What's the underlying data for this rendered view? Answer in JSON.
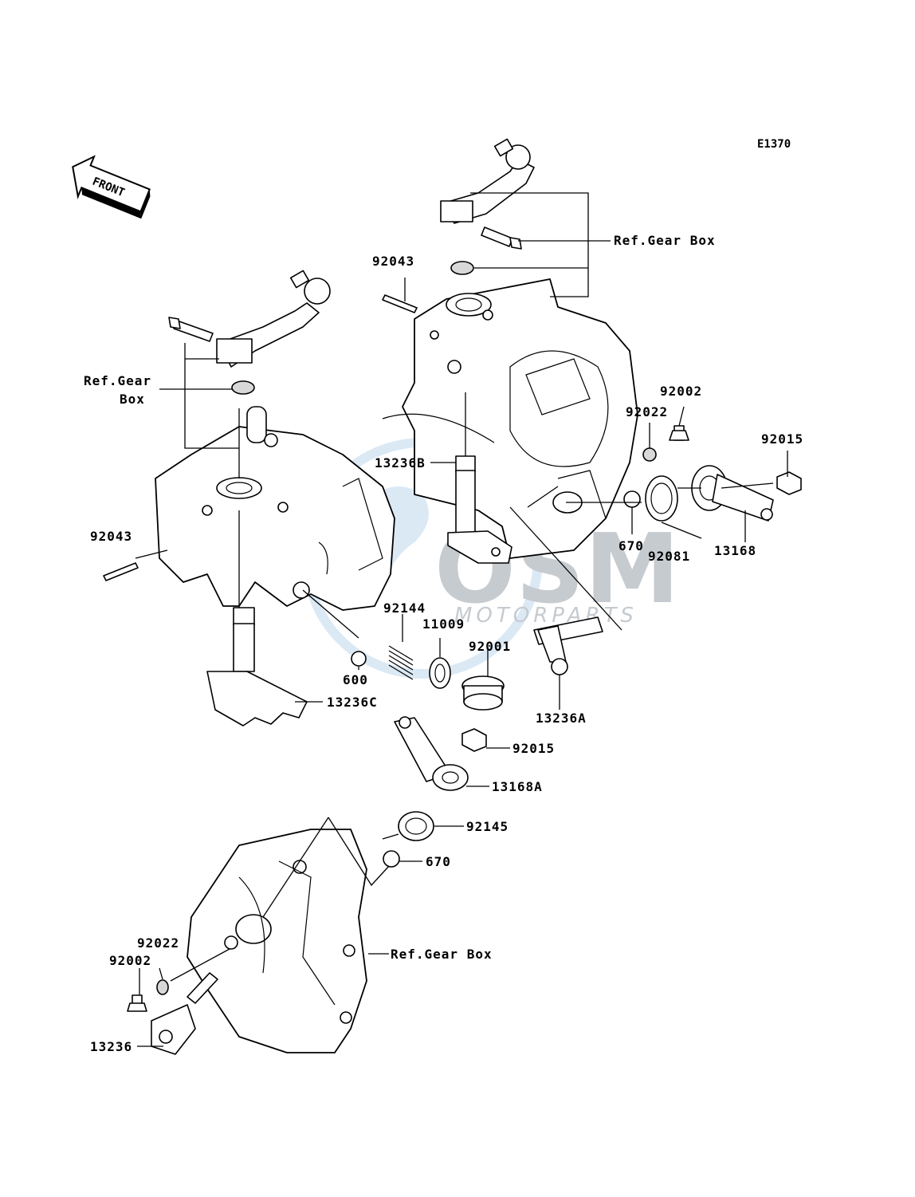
{
  "diagram_code": "E1370",
  "front_arrow_label": "FRONT",
  "watermark": {
    "brand": "OSM",
    "sub": "MOTORPARTS"
  },
  "references": {
    "ref_top_right": "Ref.Gear Box",
    "ref_left_line1": "Ref.Gear",
    "ref_left_line2": "Box",
    "ref_bottom": "Ref.Gear Box"
  },
  "parts": {
    "p92043_top": "92043",
    "p92043_left": "92043",
    "p92002_right": "92002",
    "p92022_right": "92022",
    "p92015_right": "92015",
    "p13236B": "13236B",
    "p670_right": "670",
    "p92081": "92081",
    "p13168": "13168",
    "p92144": "92144",
    "p11009": "11009",
    "p92001": "92001",
    "p600": "600",
    "p13236C": "13236C",
    "p13236A": "13236A",
    "p92015_mid": "92015",
    "p13168A": "13168A",
    "p92145": "92145",
    "p670_bottom": "670",
    "p92022_bottom": "92022",
    "p92002_bottom": "92002",
    "p13236": "13236"
  }
}
